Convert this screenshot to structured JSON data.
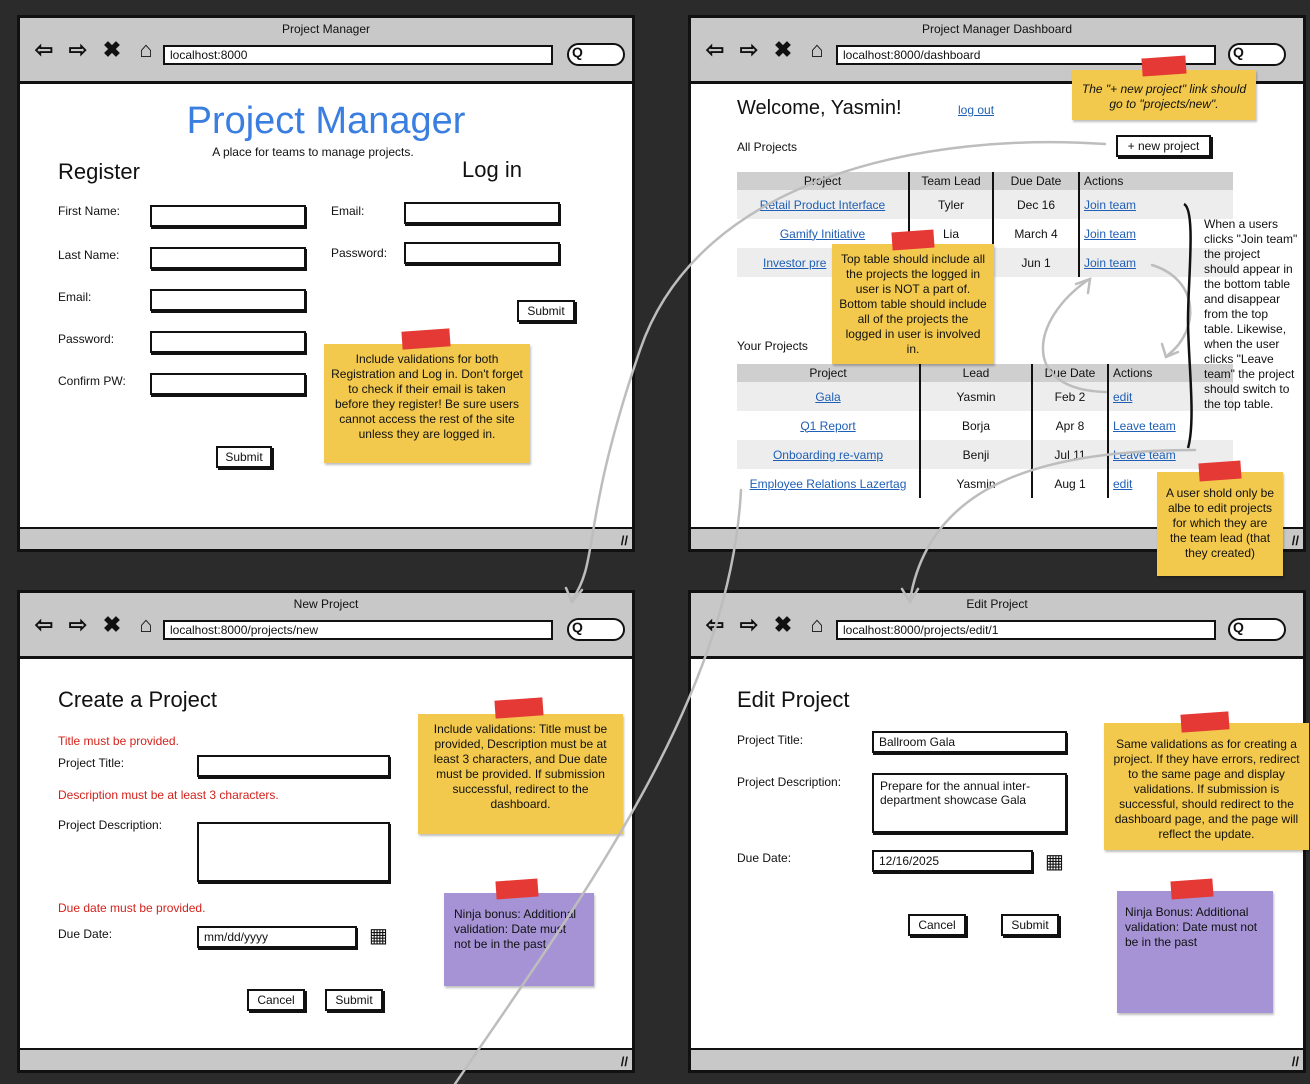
{
  "common": {
    "grip": "//"
  },
  "login_window": {
    "title": "Project Manager",
    "url": "localhost:8000",
    "heading": "Project Manager",
    "tagline": "A place for teams to manage projects.",
    "register": {
      "heading": "Register",
      "first_name": "First Name:",
      "last_name": "Last Name:",
      "email": "Email:",
      "password": "Password:",
      "confirm": "Confirm PW:",
      "submit": "Submit"
    },
    "login": {
      "heading": "Log in",
      "email": "Email:",
      "password": "Password:",
      "submit": "Submit"
    },
    "note": "Include validations for both Registration and Log in. Don't forget to check if their email is taken before they register! Be sure users cannot access the rest of the site unless they are logged in."
  },
  "dashboard_window": {
    "title": "Project Manager Dashboard",
    "url": "localhost:8000/dashboard",
    "welcome": "Welcome, Yasmin!",
    "logout": "log out",
    "all_label": "All Projects",
    "new_project": "+ new project",
    "all_headers": [
      "Project",
      "Team Lead",
      "Due Date",
      "Actions"
    ],
    "all_rows": [
      {
        "project": "Retail Product Interface",
        "lead": "Tyler",
        "due": "Dec 16",
        "action": "Join team"
      },
      {
        "project": "Gamify Initiative",
        "lead": "Lia",
        "due": "March 4",
        "action": "Join team"
      },
      {
        "project": "Investor pre",
        "lead": "",
        "due": "Jun 1",
        "action": "Join team"
      }
    ],
    "your_label": "Your Projects",
    "your_headers": [
      "Project",
      "Lead",
      "Due Date",
      "Actions"
    ],
    "your_rows": [
      {
        "project": "Gala",
        "lead": "Yasmin",
        "due": "Feb 2",
        "action": "edit"
      },
      {
        "project": "Q1 Report",
        "lead": "Borja",
        "due": "Apr 8",
        "action": "Leave team"
      },
      {
        "project": "Onboarding re-vamp",
        "lead": "Benji",
        "due": "Jul 11",
        "action": "Leave team"
      },
      {
        "project": "Employee Relations Lazertag",
        "lead": "Yasmin",
        "due": "Aug 1",
        "action": "edit"
      }
    ],
    "note_new": "The \"+ new project\" link should go to \"projects/new\".",
    "note_table": "Top table should include all the projects the logged in user is NOT a part of. Bottom table should include all of the projects the logged in user is involved in.",
    "note_join": "When a users clicks \"Join team\" the project should appear in the bottom table and disappear from the top table. Likewise, when the user clicks \"Leave team\" the project should switch to the top table.",
    "note_edit": "A user shold only be albe to edit projects for which they are the team lead (that they created)"
  },
  "new_window": {
    "title": "New Project",
    "url": "localhost:8000/projects/new",
    "heading": "Create a Project",
    "err_title": "Title must be provided.",
    "title_label": "Project Title:",
    "err_desc": "Description must be at least 3 characters.",
    "desc_label": "Project Description:",
    "err_due": "Due date must be provided.",
    "due_label": "Due Date:",
    "due_placeholder": "mm/dd/yyyy",
    "cancel": "Cancel",
    "submit": "Submit",
    "note": "Include validations: Title must be provided, Description must be at least 3 characters, and Due date must be provided. If submission successful, redirect to the dashboard.",
    "ninja": "Ninja bonus: Additional validation: Date must not be in the past"
  },
  "edit_window": {
    "title": "Edit Project",
    "url": "localhost:8000/projects/edit/1",
    "heading": "Edit Project",
    "title_label": "Project Title:",
    "title_value": "Ballroom Gala",
    "desc_label": "Project Description:",
    "desc_value": "Prepare for the annual inter-department showcase Gala",
    "due_label": "Due Date:",
    "due_value": "12/16/2025",
    "cancel": "Cancel",
    "submit": "Submit",
    "note": "Same validations as for creating a project. If they have errors, redirect to the same page and display validations. If submission is successful, should redirect to the dashboard page, and the page will reflect the update.",
    "ninja": "Ninja Bonus: Additional validation: Date must not be in the past"
  }
}
